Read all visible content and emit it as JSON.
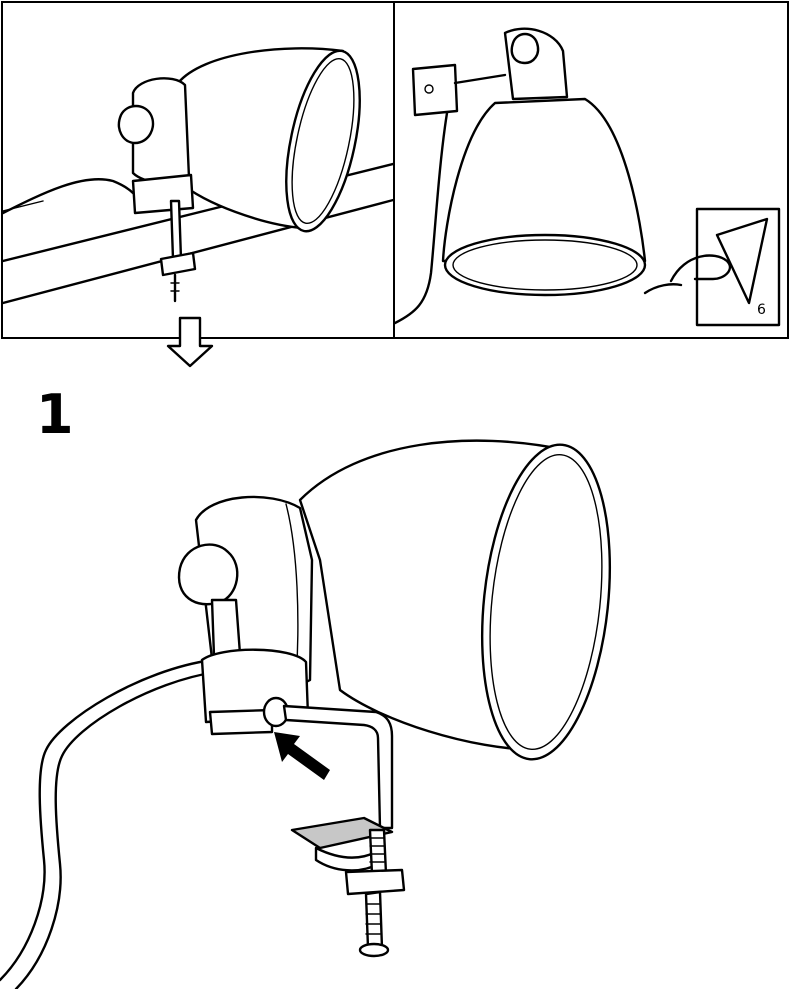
{
  "step": {
    "number": "1"
  },
  "reference": {
    "page": "6"
  },
  "icons": [
    "clamp-lamp-installed-illustration",
    "wall-mounted-lamp-illustration",
    "turn-page-icon",
    "next-step-arrow-icon",
    "clamp-insertion-illustration",
    "insert-direction-arrow-icon"
  ]
}
